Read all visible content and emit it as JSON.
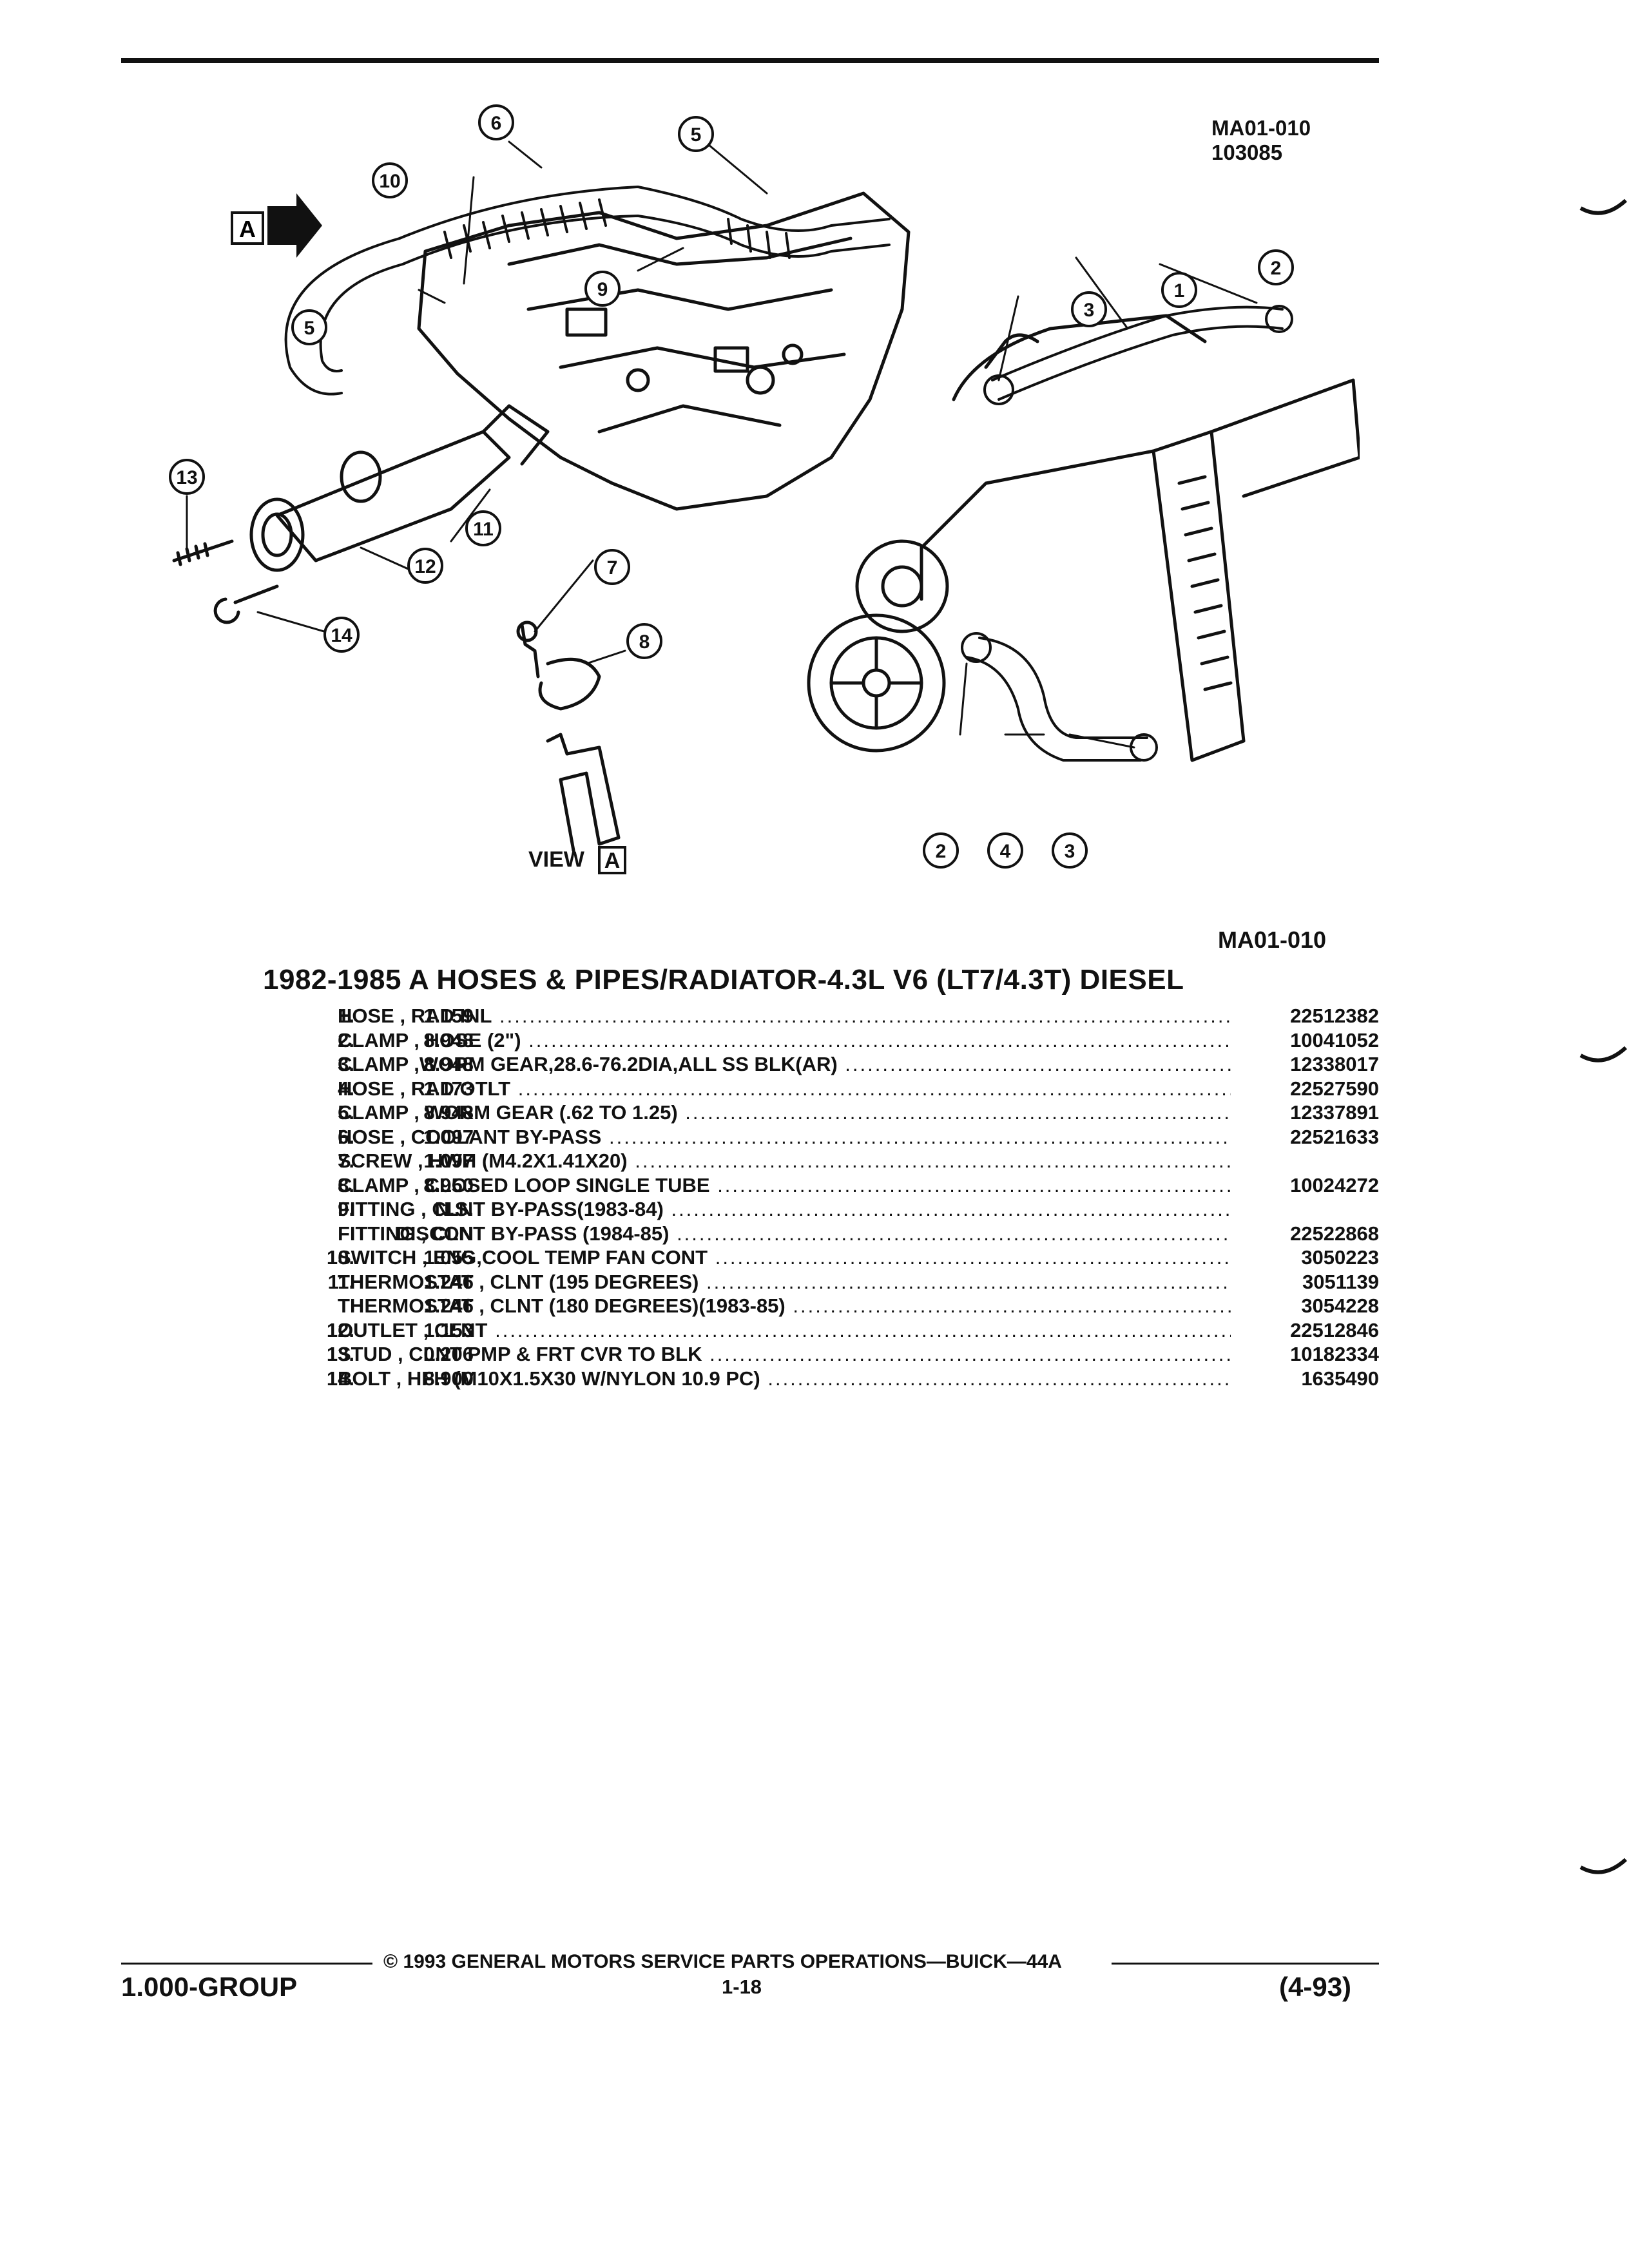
{
  "figure": {
    "ref_code": "MA01-010",
    "ref_number": "103085",
    "caption_code": "MA01-010"
  },
  "callouts": [
    "1",
    "2",
    "3",
    "4",
    "5",
    "6",
    "7",
    "8",
    "9",
    "10",
    "11",
    "12",
    "13",
    "14"
  ],
  "view_label": "VIEW",
  "view_letter": "A",
  "section_title": "1982-1985 A HOSES & PIPES/RADIATOR-4.3L V6 (LT7/4.3T) DIESEL",
  "parts": [
    {
      "no": "1.",
      "code": "1.159",
      "desc": "HOSE , RAD INL",
      "pn": "22512382"
    },
    {
      "no": "2.",
      "code": "8.948",
      "desc": "CLAMP , HOSE (2\")",
      "pn": "10041052"
    },
    {
      "no": "3.",
      "code": "8.948",
      "desc": "CLAMP ,WORM GEAR,28.6-76.2DIA,ALL SS BLK(AR)",
      "pn": "12338017"
    },
    {
      "no": "4.",
      "code": "1.173",
      "desc": "HOSE , RAD OTLT",
      "pn": "22527590"
    },
    {
      "no": "5.",
      "code": "8.948",
      "desc": "CLAMP , WORM GEAR (.62 TO 1.25)",
      "pn": "12337891"
    },
    {
      "no": "6.",
      "code": "1.097",
      "desc": "HOSE , COOLANT BY-PASS",
      "pn": "22521633"
    },
    {
      "no": "7.",
      "code": "1.097",
      "desc": "SCREW , HWH (M4.2X1.41X20)",
      "pn": ""
    },
    {
      "no": "8.",
      "code": "8.950",
      "desc": "CLAMP , CLOSED LOOP SINGLE TUBE",
      "pn": "10024272"
    },
    {
      "no": "9.",
      "code": "N.S.",
      "desc": "FITTING , CLNT BY-PASS(1983-84)",
      "pn": ""
    },
    {
      "no": "",
      "code": "DISCON",
      "desc": "FITTING , CLNT BY-PASS (1984-85)",
      "pn": "22522868"
    },
    {
      "no": "10.",
      "code": "1.055",
      "desc": "SWITCH , ENG,COOL TEMP FAN CONT",
      "pn": "3050223"
    },
    {
      "no": "11.",
      "code": "1.246",
      "desc": "THERMOSTAT , CLNT (195 DEGREES)",
      "pn": "3051139"
    },
    {
      "no": "",
      "code": "1.246",
      "desc": "THERMOSTAT , CLNT (180 DEGREES)(1983-85)",
      "pn": "3054228"
    },
    {
      "no": "12.",
      "code": "1.153",
      "desc": "OUTLET , CLNT",
      "pn": "22512846"
    },
    {
      "no": "13.",
      "code": "0.206",
      "desc": "STUD , CLNT PMP & FRT CVR TO BLK",
      "pn": "10182334"
    },
    {
      "no": "14.",
      "code": "8.900",
      "desc": "BOLT , HFH (M10X1.5X30 W/NYLON 10.9 PC)",
      "pn": "1635490"
    }
  ],
  "footer": {
    "copyright": "© 1993 GENERAL MOTORS SERVICE PARTS OPERATIONS—BUICK—44A",
    "group": "1.000-GROUP",
    "page": "1-18",
    "date": "(4-93)"
  }
}
